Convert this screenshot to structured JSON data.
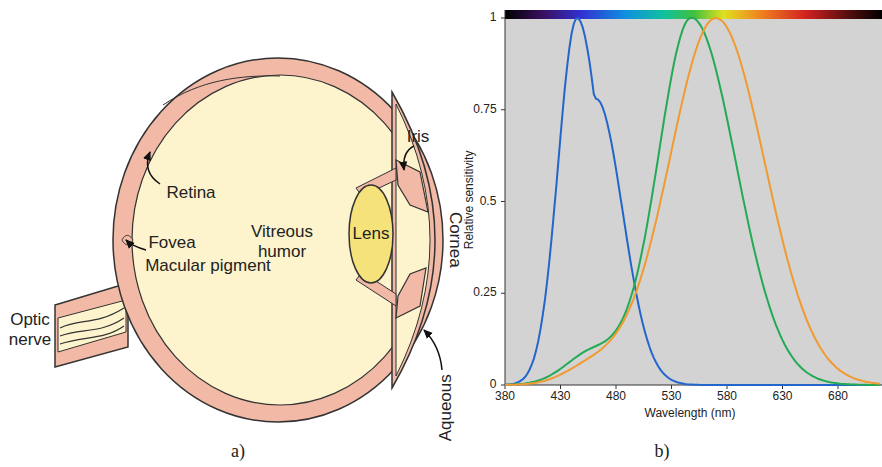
{
  "diagram": {
    "labels": [
      "Iris",
      "Retina",
      "Vitreous humor",
      "Lens",
      "Cornea",
      "Fovea",
      "Macular pigment",
      "Optic nerve",
      "Aqueous",
      "1",
      "0.75",
      "0.5",
      "0.25",
      "0",
      "Relative sensitivity",
      "380",
      "430",
      "480",
      "530",
      "580",
      "630",
      "680",
      "Wavelength (nm)",
      "a)",
      "b)"
    ]
  }
}
